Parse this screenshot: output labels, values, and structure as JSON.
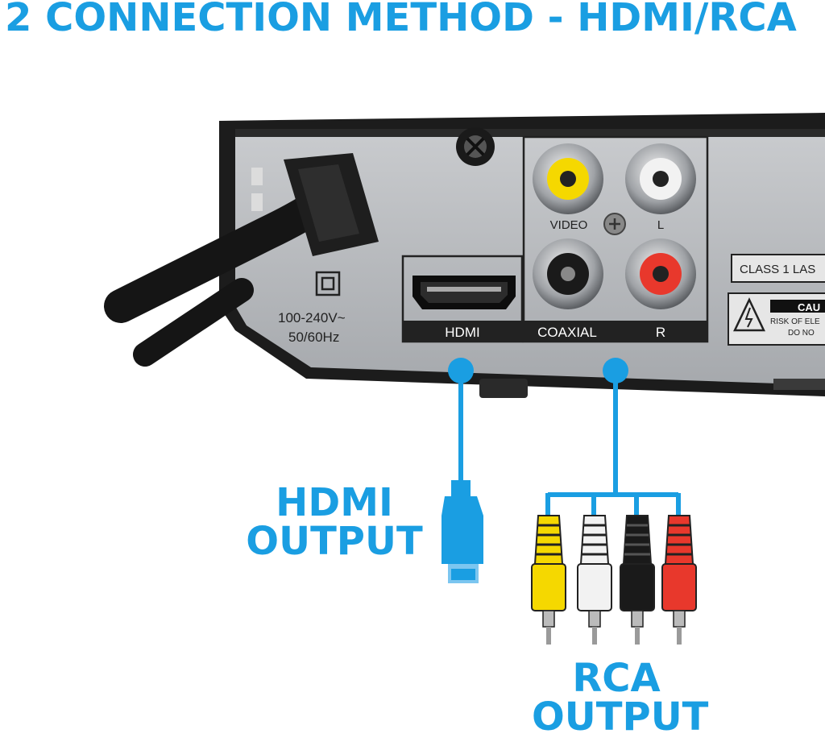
{
  "headline": "2 CONNECTION METHOD - HDMI/RCA",
  "colors": {
    "accent": "#1a9ee2",
    "panel": "#b9bcbf",
    "chassis": "#1c1c1c",
    "jack_yellow": "#f5d800",
    "jack_white": "#f2f2f2",
    "jack_black": "#1a1a1a",
    "jack_red": "#e8382c"
  },
  "device": {
    "power_rating_line1": "100-240V~",
    "power_rating_line2": "50/60Hz",
    "port_hdmi": "HDMI",
    "port_coaxial": "COAXIAL",
    "port_r": "R",
    "port_video": "VIDEO",
    "port_l": "L",
    "laser_label": "CLASS 1 LAS",
    "caution_title": "CAU",
    "caution_line1": "RISK OF ELE",
    "caution_line2": "DO NO"
  },
  "outputs": {
    "hdmi_line1": "HDMI",
    "hdmi_line2": "OUTPUT",
    "rca_line1": "RCA",
    "rca_line2": "OUTPUT"
  },
  "icons": [
    "power-cord-icon",
    "double-insulation-icon",
    "warning-lightning-icon",
    "hdmi-plug-icon",
    "rca-plug-icon"
  ]
}
